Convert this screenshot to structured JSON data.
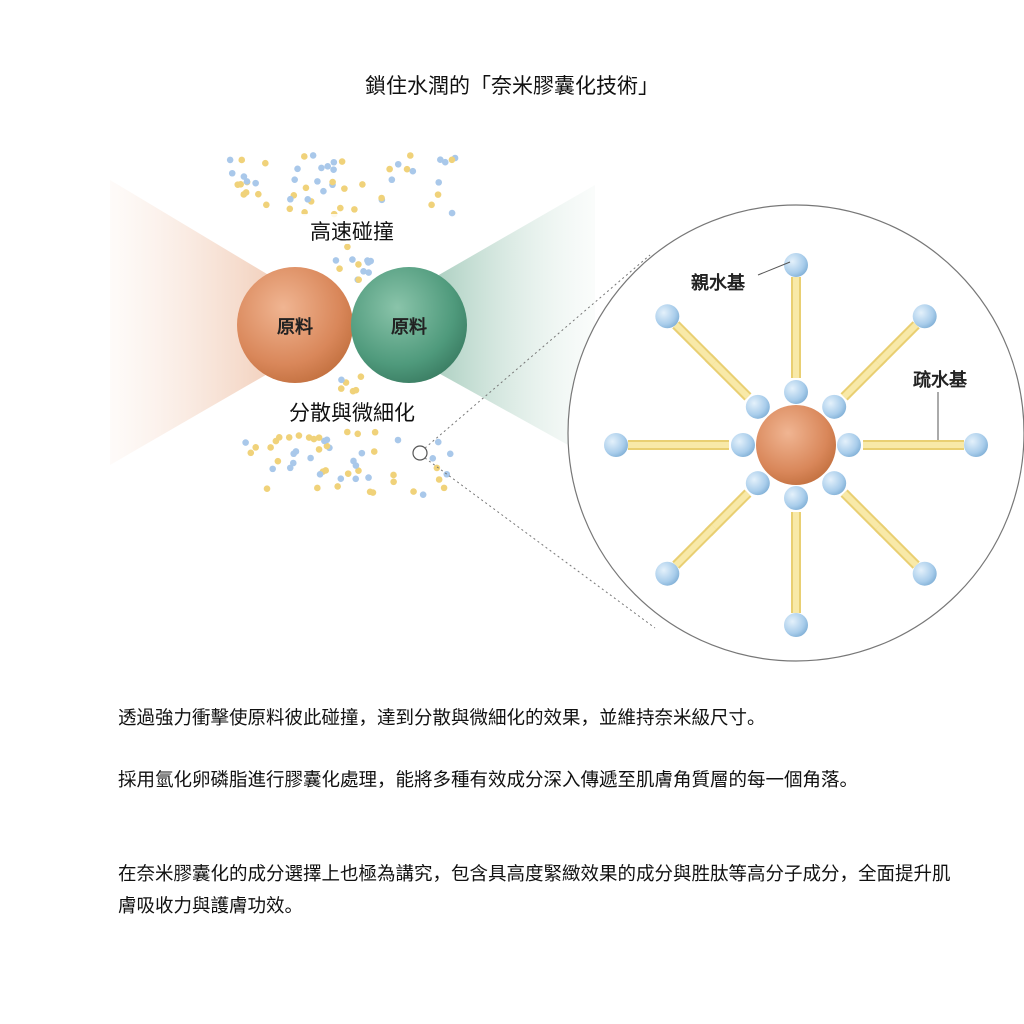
{
  "title": "鎖住水潤的「奈米膠囊化技術」",
  "diagram": {
    "collision_label": "高速碰撞",
    "dispersion_label": "分散與微細化",
    "material_left": "原料",
    "material_right": "原料",
    "hydrophilic_label": "親水基",
    "hydrophobic_label": "疏水基",
    "colors": {
      "orange": "#d9875a",
      "green": "#4f9a7c",
      "blue_ball": "#a9cdeb",
      "rod": "#f3dc86"
    }
  },
  "paragraphs": [
    "透過強力衝擊使原料彼此碰撞，達到分散與微細化的效果，並維持奈米級尺寸。",
    "採用氫化卵磷脂進行膠囊化處理，能將多種有效成分深入傳遞至肌膚角質層的每一個角落。",
    "在奈米膠囊化的成分選擇上也極為講究，包含具高度緊緻效果的成分與胜肽等高分子成分，全面提升肌膚吸收力與護膚功效。"
  ]
}
